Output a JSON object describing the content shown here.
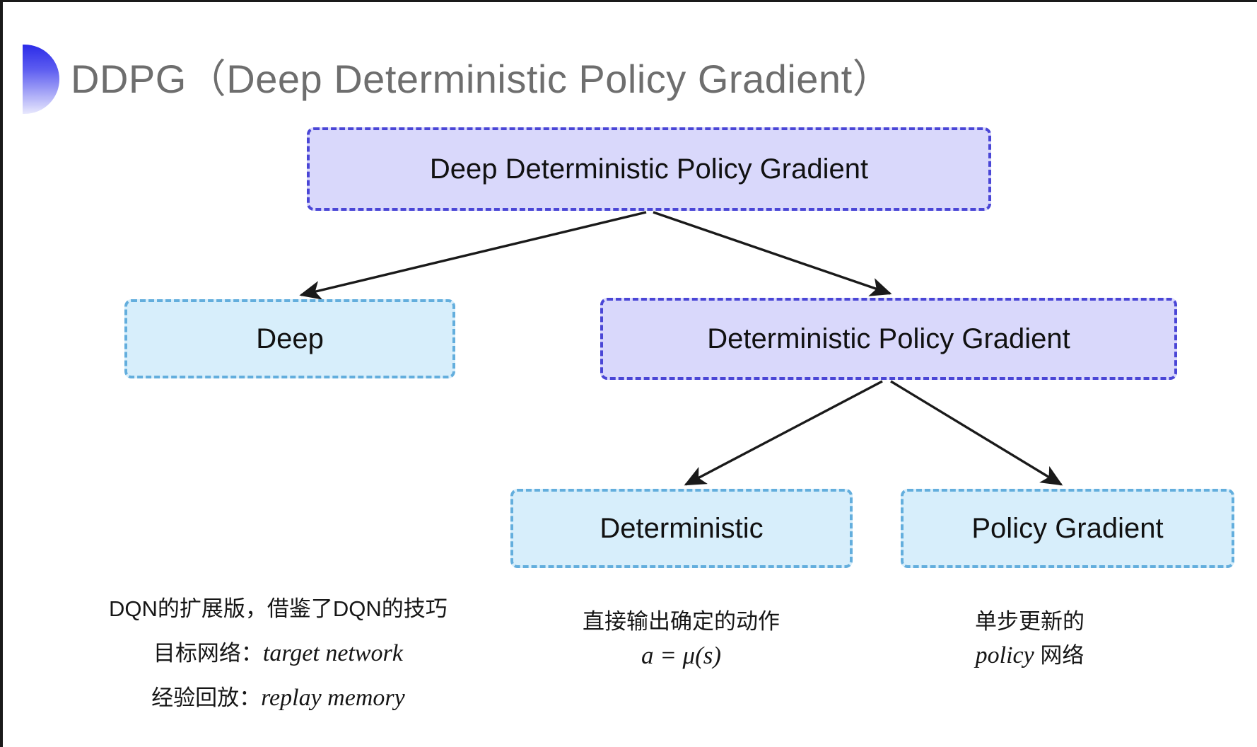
{
  "slide": {
    "title": "DDPG（Deep Deterministic Policy Gradient）",
    "bullet_icon": "half-circle-gradient-icon",
    "background_color": "#ffffff",
    "title_color": "#6e6e6e",
    "purple_fill": "#d9d8fb",
    "purple_border": "#4a46d6",
    "cyan_fill": "#d7eefb",
    "cyan_border": "#63aedd",
    "arrow_color": "#1a1a1a"
  },
  "nodes": {
    "root": "Deep Deterministic Policy Gradient",
    "deep": "Deep",
    "dpg": "Deterministic Policy Gradient",
    "deterministic": "Deterministic",
    "policy_gradient": "Policy Gradient"
  },
  "annotations": {
    "deep": {
      "line1": "DQN的扩展版，借鉴了DQN的技巧",
      "line2_label": "目标网络：",
      "line2_term": "target network",
      "line3_label": "经验回放：",
      "line3_term": "replay memory"
    },
    "deterministic": {
      "line1": "直接输出确定的动作",
      "formula": "a = μ(s)"
    },
    "policy_gradient": {
      "line1": "单步更新的",
      "line2_term": "policy",
      "line2_suffix": " 网络"
    }
  },
  "edges": [
    {
      "from": "root",
      "to": "deep"
    },
    {
      "from": "root",
      "to": "dpg"
    },
    {
      "from": "dpg",
      "to": "deterministic"
    },
    {
      "from": "dpg",
      "to": "policy_gradient"
    }
  ]
}
